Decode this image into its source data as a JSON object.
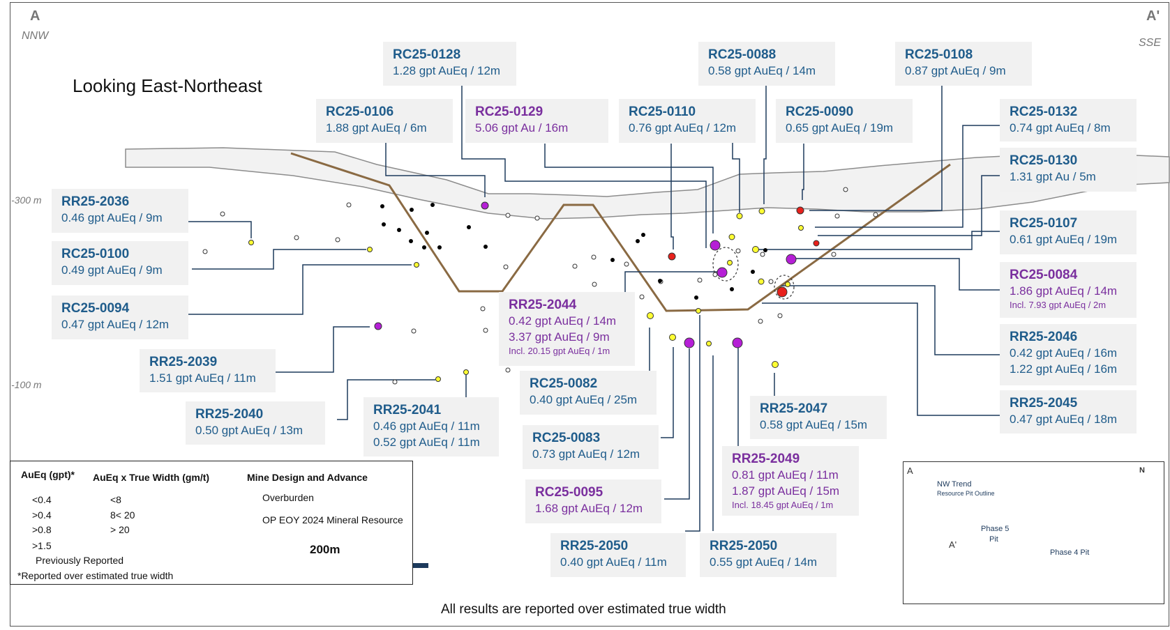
{
  "section": {
    "corner_left": "A",
    "corner_right": "A'",
    "dir_left": "NNW",
    "dir_right": "SSE",
    "view_title": "Looking East-Northeast",
    "elevations": [
      "-300 m",
      "-100 m"
    ],
    "footer": "All results are reported over estimated true width"
  },
  "labels": [
    {
      "title": "RC25-0128",
      "lines": [
        "1.28 gpt AuEq / 12m"
      ],
      "color": "blue"
    },
    {
      "title": "RC25-0088",
      "lines": [
        "0.58 gpt AuEq / 14m"
      ],
      "color": "blue"
    },
    {
      "title": "RC25-0108",
      "lines": [
        "0.87 gpt AuEq / 9m"
      ],
      "color": "blue"
    },
    {
      "title": "RC25-0106",
      "lines": [
        "1.88 gpt AuEq / 6m"
      ],
      "color": "blue"
    },
    {
      "title": "RC25-0129",
      "lines": [
        "5.06 gpt Au / 16m"
      ],
      "color": "purple"
    },
    {
      "title": "RC25-0110",
      "lines": [
        "0.76 gpt AuEq / 12m"
      ],
      "color": "blue"
    },
    {
      "title": "RC25-0090",
      "lines": [
        "0.65 gpt AuEq / 19m"
      ],
      "color": "blue"
    },
    {
      "title": "RC25-0132",
      "lines": [
        "0.74 gpt AuEq / 8m"
      ],
      "color": "blue"
    },
    {
      "title": "RC25-0130",
      "lines": [
        "1.31 gpt Au / 5m"
      ],
      "color": "blue"
    },
    {
      "title": "RR25-2036",
      "lines": [
        "0.46 gpt AuEq / 9m"
      ],
      "color": "blue"
    },
    {
      "title": "RC25-0100",
      "lines": [
        "0.49 gpt AuEq / 9m"
      ],
      "color": "blue"
    },
    {
      "title": "RC25-0107",
      "lines": [
        "0.61 gpt AuEq / 19m"
      ],
      "color": "blue"
    },
    {
      "title": "RC25-0084",
      "lines": [
        "1.86 gpt AuEq / 14m"
      ],
      "sub": "Incl. 7.93 gpt AuEq / 2m",
      "color": "purple"
    },
    {
      "title": "RC25-0094",
      "lines": [
        "0.47 gpt AuEq / 12m"
      ],
      "color": "blue"
    },
    {
      "title": "RR25-2044",
      "lines": [
        "0.42 gpt AuEq / 14m",
        "3.37 gpt AuEq / 9m"
      ],
      "sub": "Incl. 20.15 gpt AuEq / 1m",
      "color": "purple"
    },
    {
      "title": "RR25-2046",
      "lines": [
        "0.42 gpt AuEq / 16m",
        "1.22 gpt AuEq / 16m"
      ],
      "color": "blue"
    },
    {
      "title": "RR25-2039",
      "lines": [
        "1.51 gpt AuEq / 11m"
      ],
      "color": "blue"
    },
    {
      "title": "RC25-0082",
      "lines": [
        "0.40 gpt AuEq / 25m"
      ],
      "color": "blue"
    },
    {
      "title": "RR25-2045",
      "lines": [
        "0.47 gpt AuEq / 18m"
      ],
      "color": "blue"
    },
    {
      "title": "RR25-2040",
      "lines": [
        "0.50 gpt AuEq / 13m"
      ],
      "color": "blue"
    },
    {
      "title": "RR25-2041",
      "lines": [
        "0.46 gpt AuEq / 11m",
        "0.52 gpt AuEq / 11m"
      ],
      "color": "blue"
    },
    {
      "title": "RR25-2047",
      "lines": [
        "0.58 gpt AuEq / 15m"
      ],
      "color": "blue"
    },
    {
      "title": "RC25-0083",
      "lines": [
        "0.73 gpt AuEq / 12m"
      ],
      "color": "blue"
    },
    {
      "title": "RR25-2049",
      "lines": [
        "0.81 gpt AuEq / 11m",
        "1.87 gpt AuEq / 15m"
      ],
      "sub": "Incl. 18.45 gpt AuEq / 1m",
      "color": "purple"
    },
    {
      "title": "RC25-0095",
      "lines": [
        "1.68 gpt AuEq / 12m"
      ],
      "color": "purple"
    },
    {
      "title": "RR25-2050",
      "lines": [
        "0.40 gpt AuEq / 11m"
      ],
      "color": "blue"
    },
    {
      "title": "RR25-2050",
      "lines": [
        "0.55 gpt AuEq / 14m"
      ],
      "color": "blue"
    }
  ],
  "legend": {
    "grade_header": "AuEq (gpt)*",
    "grade_items": [
      {
        "label": "<0.4",
        "color": "#a6a6a6"
      },
      {
        "label": ">0.4",
        "color": "#ffff33"
      },
      {
        "label": ">0.8",
        "color": "#e8211c"
      },
      {
        "label": ">1.5",
        "color": "#b51fd6"
      },
      {
        "label": "Previously Reported",
        "color": "#000000"
      }
    ],
    "gt_header": "AuEq x True Width (gm/t)",
    "gt_items": [
      "<8",
      "8< 20",
      "> 20"
    ],
    "mine_header": "Mine Design and Advance",
    "overburden": "Overburden",
    "resource": "OP EOY 2024 Mineral Resource",
    "scale": "200m",
    "footnote": "*Reported over estimated true width",
    "colors": {
      "overburden_fill": "#f2f2f2",
      "resource_line": "#8a6a43",
      "scale_bar": "#1d3a5c"
    }
  },
  "inset": {
    "a": "A",
    "a_prime": "A'",
    "north": "N",
    "trend_line1": "NW Trend",
    "trend_line2": "Resource Pit Outline",
    "phase5_line1": "Phase 5",
    "phase5_line2": "Pit",
    "phase4": "Phase 4 Pit"
  },
  "colors": {
    "label_blue": "#1f5c8b",
    "label_purple": "#7a2f9e",
    "label_bg": "#f1f1f1"
  }
}
